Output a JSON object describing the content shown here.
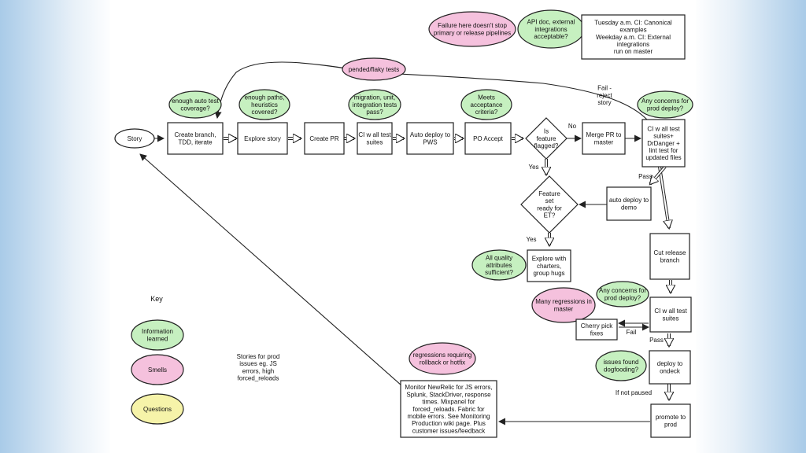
{
  "colors": {
    "information": "#c6f0c0",
    "smell": "#f5c1dd",
    "question": "#f6f3a9",
    "stroke": "#222222"
  },
  "key": {
    "title": "Key",
    "information": "Information\nlearned",
    "smells": "Smells",
    "questions": "Questions"
  },
  "flow": {
    "story": "Story",
    "create_branch": "Create branch,\nTDD, iterate",
    "explore_story": "Explore story",
    "create_pr": "Create PR",
    "ci_all": "CI w all test\nsuites",
    "auto_deploy_pws": "Auto deploy to\nPWS",
    "po_accept": "PO Accept",
    "feature_flagged": "Is\nfeature\nflagged?",
    "merge_pr": "Merge PR to\nmaster",
    "ci_danger": "CI w all test\nsuites+\nDrDanger +\nlint test for\nupdated files",
    "auto_deploy_demo": "auto deploy to\ndemo",
    "feature_ready": "Feature\nset\nready for\nET?",
    "explore_charters": "Explore with\ncharters,\ngroup hugs",
    "cut_release": "Cut release\nbranch",
    "ci_all_2": "CI w all test\nsuites",
    "cherry_pick": "Cherry pick\nfixes",
    "deploy_ondeck": "deploy to\nondeck",
    "promote_prod": "promote to\nprod",
    "monitor": "Monitor NewRelic for JS errors,\nSplunk, StackDriver, response\ntimes. Mixpanel for\nforced_reloads. Fabric for\nmobile errors. See Monitoring\nProduction wiki page. Plus\ncustomer issues/feedback"
  },
  "bubbles": {
    "failure_here": "Failure here doesn't stop\nprimary or release pipelines",
    "api_doc": "API doc, external\nintegrations\nacceptable?",
    "pended_flaky": "pended/flaky tests",
    "enough_coverage": "enough auto test\ncoverage?",
    "enough_paths": "enough paths,\nheuristics\ncovered?",
    "migration_tests": "migration, unit,\nintegration tests\npass?",
    "meets_acceptance": "Meets\nacceptance\ncriteria?",
    "concerns_prod_1": "Any concerns for\nprod deploy?",
    "quality_attrs": "All quality\nattributes\nsufficient?",
    "many_regressions": "Many regressions in\nmaster",
    "concerns_prod_2": "Any concerns for\nprod deploy?",
    "issues_dogfooding": "issues found\ndogfooding?",
    "regressions_rollback": "regressions requiring\nrollback or hotfix"
  },
  "notes": {
    "ci_schedule": "Tuesday a.m. CI: Canonical\nexamples\nWeekday a.m. CI: External\nintegrations\nrun on master",
    "stories_prod": "Stories for prod\nissues eg. JS\nerrors, high\nforced_reloads"
  },
  "edge_labels": {
    "no": "No",
    "yes_1": "Yes",
    "yes_2": "Yes",
    "fail_reject": "Fail -\nreject\nstory",
    "pass_1": "Pass",
    "fail_2": "Fail",
    "pass_2": "Pass",
    "if_not_paused": "If not paused"
  }
}
